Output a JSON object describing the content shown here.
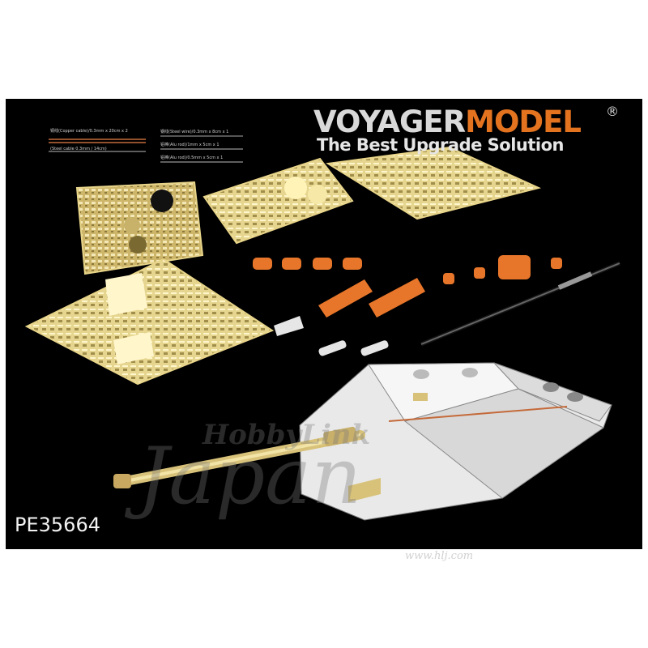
{
  "brand": {
    "name_part1": "VOYAGER",
    "name_part2": "MODEL",
    "registered_mark": "®",
    "slogan": "The Best Upgrade Solution"
  },
  "product_code": "PE35664",
  "part_notes": [
    "铜线(Copper cable)/0.3mm x 20cm x 2",
    "钢线(Steel wire)/0.3mm x 8cm x 1",
    "铝棒(Alu rod)/1mm x 5cm x 1",
    "铝棒(Alu rod)/0.5mm x 5cm x 1",
    "(Steel cable 0.3mm / 14cm)"
  ],
  "watermark": {
    "brand": "HobbyLink",
    "script": "Japan",
    "url": "www.hlj.com"
  },
  "colors": {
    "background": "#000000",
    "brass": "#d8c27a",
    "resin_orange": "#e8762a",
    "brand_accent": "#e3731f",
    "model_grey": "#e9e9e9"
  }
}
